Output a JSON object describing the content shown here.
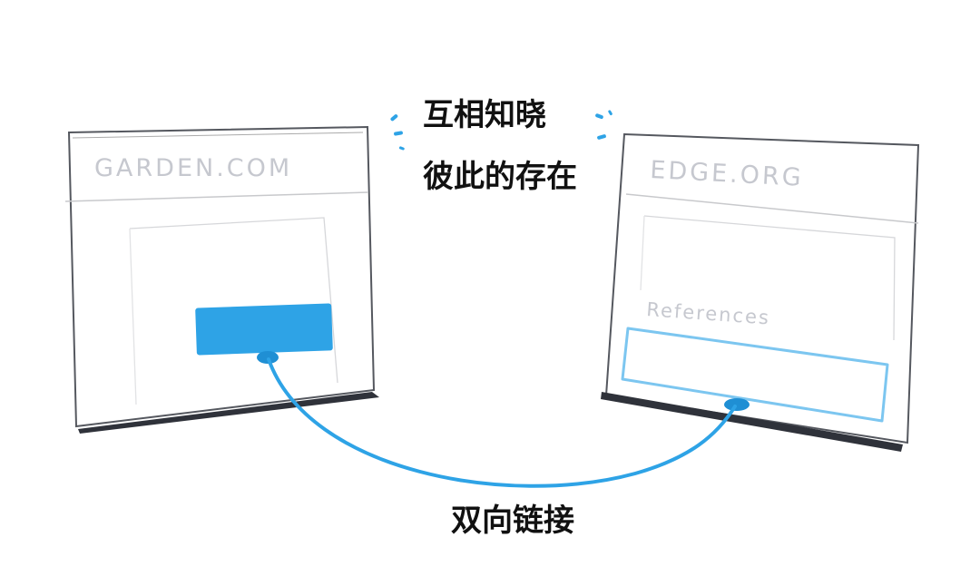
{
  "left_window": {
    "site_label": "GARDEN.COM"
  },
  "right_window": {
    "site_label": "EDGE.ORG",
    "section_label": "References"
  },
  "captions": {
    "line1": "互相知晓",
    "line2": "彼此的存在",
    "bottom": "双向链接"
  },
  "colors": {
    "accent": "#2ea3e6",
    "frame": "#3a3d44",
    "label": "#c6c8cf"
  }
}
